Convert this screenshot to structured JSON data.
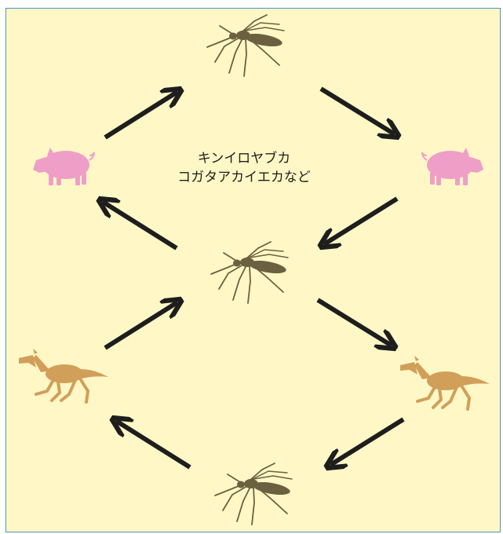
{
  "caption": {
    "line1": "キンイロヤブカ",
    "line2": "コガタアカイエカなど"
  },
  "colors": {
    "background": "#fff8c6",
    "border": "#4a94c8",
    "mosquito": "#6b6140",
    "pig": "#ef9ec8",
    "horse": "#d19f5a",
    "arrow": "#1e1e1e"
  },
  "nodes": [
    {
      "id": "mosquito-top",
      "kind": "mosquito-icon"
    },
    {
      "id": "pig-left",
      "kind": "pig-icon"
    },
    {
      "id": "pig-right",
      "kind": "pig-icon"
    },
    {
      "id": "mosquito-middle",
      "kind": "mosquito-icon"
    },
    {
      "id": "horse-left",
      "kind": "horse-icon"
    },
    {
      "id": "horse-right",
      "kind": "horse-icon"
    },
    {
      "id": "mosquito-bottom",
      "kind": "mosquito-icon"
    }
  ]
}
